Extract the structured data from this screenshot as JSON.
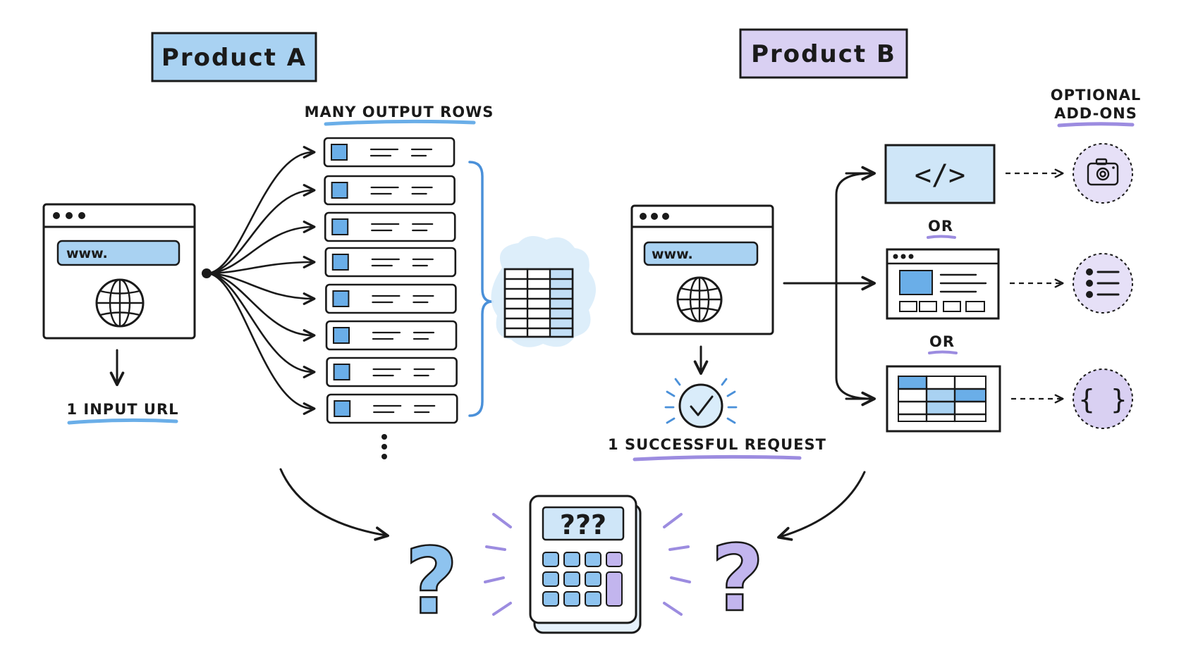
{
  "product_a": {
    "title": "Product A",
    "output_label": "MANY OUTPUT ROWS",
    "input_label": "1 INPUT URL",
    "url_text": "www."
  },
  "product_b": {
    "title": "Product B",
    "url_text": "www.",
    "request_label": "1 SUCCESSFUL REQUEST",
    "addons_label_line1": "OPTIONAL",
    "addons_label_line2": "ADD-ONS",
    "or_1": "OR",
    "or_2": "OR",
    "code_glyph": "</>",
    "json_glyph": "{ }"
  },
  "calculator": {
    "display": "???"
  },
  "question_left": "?",
  "question_right": "?",
  "colors": {
    "blue": "#a9d2f2",
    "blue_line": "#4a90d9",
    "purple": "#d9d0f2",
    "purple_line": "#9c8ce0",
    "ink": "#1a1a1a"
  }
}
